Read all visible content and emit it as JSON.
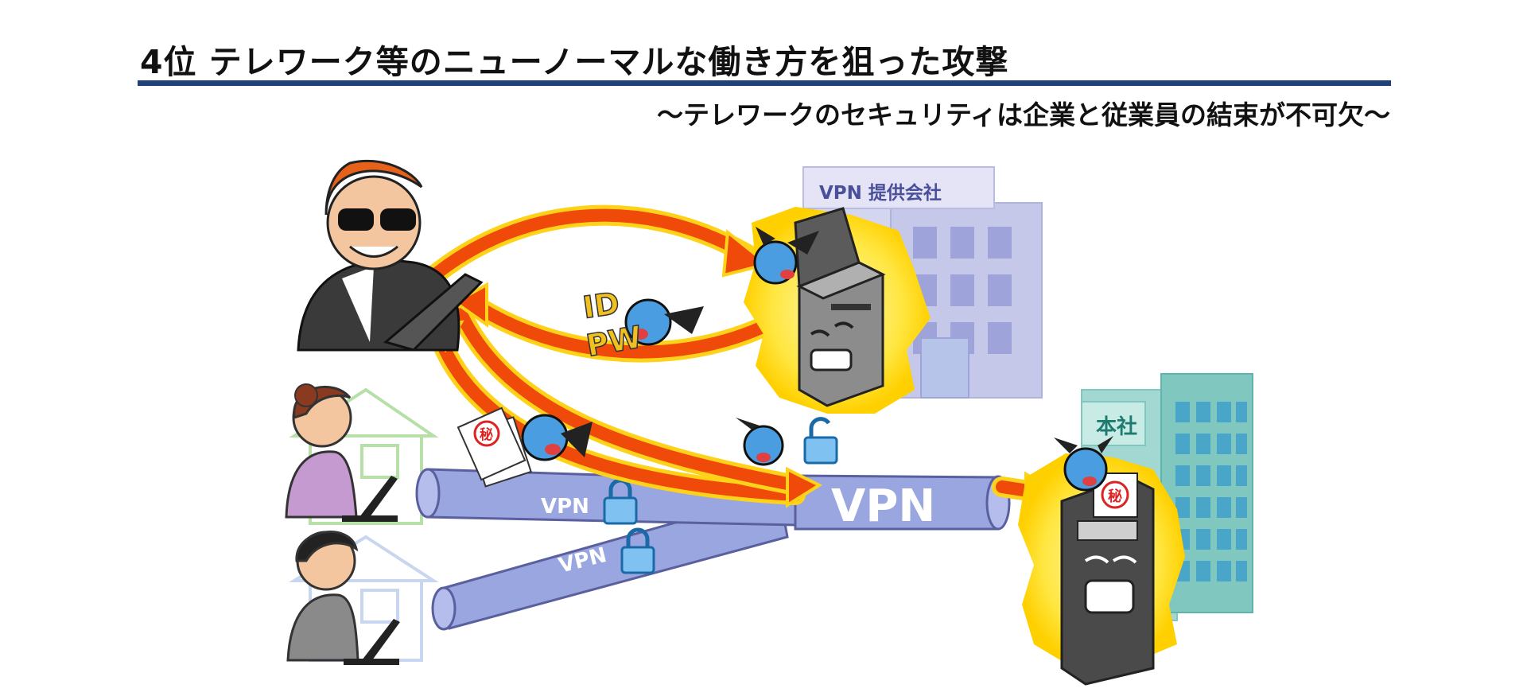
{
  "header": {
    "title": "4位 テレワーク等のニューノーマルな働き方を狙った攻撃",
    "subtitle": "～テレワークのセキュリティは企業と従業員の結束が不可欠～"
  },
  "illustration": {
    "vpn_provider_label": "VPN 提供会社",
    "headquarters_label": "本社",
    "tunnel_upper_label": "VPN",
    "tunnel_lower_label": "VPN",
    "tunnel_main_label": "VPN",
    "credential_id": "ID",
    "credential_pw": "PW",
    "secret_mark": "秘"
  },
  "colors": {
    "title_rule": "#20407a",
    "arrow": "#f04a0a",
    "arrow_outline": "#ffd21a",
    "tunnel": "#9aa6e0",
    "building_provider": "#c6c8ea",
    "building_hq": "#7fc7bf",
    "creature": "#4a9de0"
  }
}
